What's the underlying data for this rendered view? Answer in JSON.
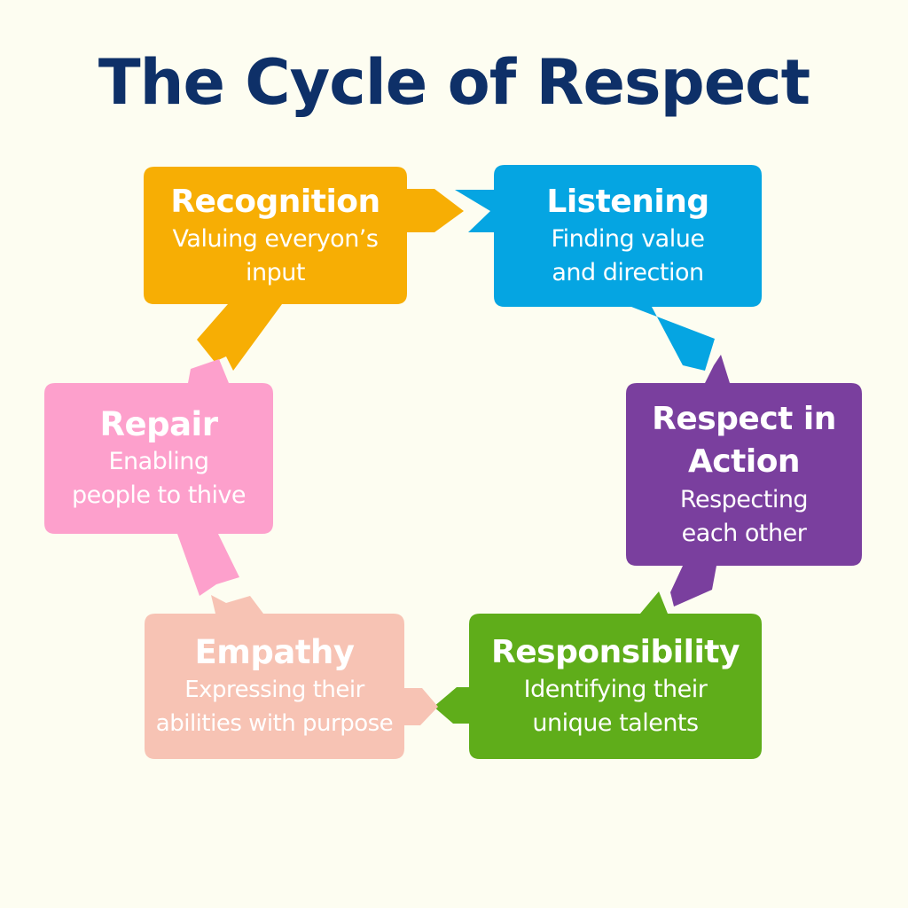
{
  "title": "The Cycle of Respect",
  "colors": {
    "background": "#fdfdf1",
    "title": "#0e3068",
    "recognition": "#f7ae04",
    "listening": "#05a5e2",
    "respect_in_action": "#7a3f9e",
    "responsibility": "#5fad1a",
    "empathy": "#f7c3b4",
    "repair": "#fda0cc"
  },
  "stages": [
    {
      "id": "recognition",
      "heading": "Recognition",
      "description": "Valuing everyon’s input"
    },
    {
      "id": "listening",
      "heading": "Listening",
      "description": "Finding value and direction"
    },
    {
      "id": "respect_in_action",
      "heading": "Respect in Action",
      "description": "Respecting each other"
    },
    {
      "id": "responsibility",
      "heading": "Responsibility",
      "description": "Identifying their unique talents"
    },
    {
      "id": "empathy",
      "heading": "Empathy",
      "description": "Expressing their abilities with purpose"
    },
    {
      "id": "repair",
      "heading": "Repair",
      "description": "Enabling people to thive"
    }
  ],
  "lines": {
    "recognition": [
      "Recognition",
      "Valuing everyon’s",
      "input"
    ],
    "listening": [
      "Listening",
      "Finding value",
      "and direction"
    ],
    "respect_in_action": [
      "Respect in",
      "Action",
      "Respecting",
      "each other"
    ],
    "responsibility": [
      "Responsibility",
      "Identifying their",
      "unique talents"
    ],
    "empathy": [
      "Empathy",
      "Expressing their",
      "abilities with purpose"
    ],
    "repair": [
      "Repair",
      "Enabling",
      "people to thive"
    ]
  }
}
